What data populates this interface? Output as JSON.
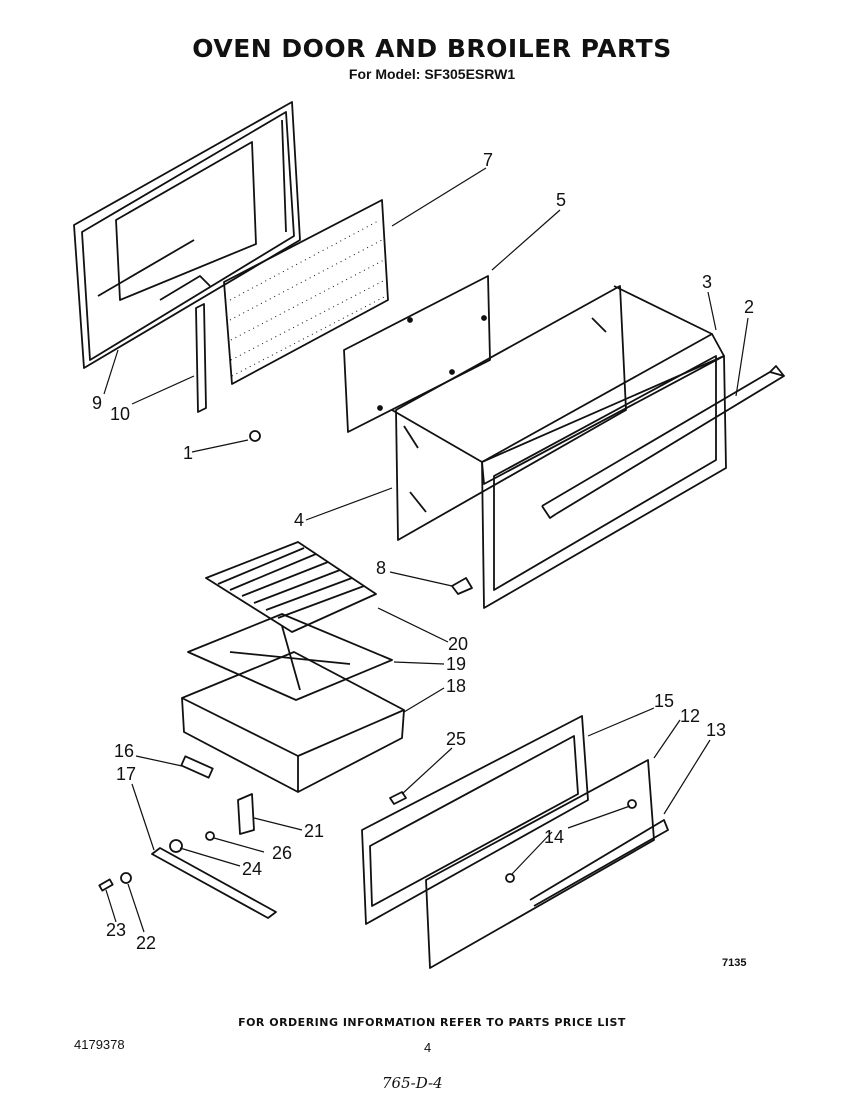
{
  "header": {
    "title": "OVEN DOOR AND BROILER PARTS",
    "model_line": "For Model: SF305ESRW1"
  },
  "callouts": [
    {
      "id": "c1",
      "label": "1"
    },
    {
      "id": "c2",
      "label": "2"
    },
    {
      "id": "c3",
      "label": "3"
    },
    {
      "id": "c4",
      "label": "4"
    },
    {
      "id": "c5",
      "label": "5"
    },
    {
      "id": "c7",
      "label": "7"
    },
    {
      "id": "c8",
      "label": "8"
    },
    {
      "id": "c9",
      "label": "9"
    },
    {
      "id": "c10",
      "label": "10"
    },
    {
      "id": "c12",
      "label": "12"
    },
    {
      "id": "c13",
      "label": "13"
    },
    {
      "id": "c14",
      "label": "14"
    },
    {
      "id": "c15",
      "label": "15"
    },
    {
      "id": "c16",
      "label": "16"
    },
    {
      "id": "c17",
      "label": "17"
    },
    {
      "id": "c18",
      "label": "18"
    },
    {
      "id": "c19",
      "label": "19"
    },
    {
      "id": "c20",
      "label": "20"
    },
    {
      "id": "c21",
      "label": "21"
    },
    {
      "id": "c22",
      "label": "22"
    },
    {
      "id": "c23",
      "label": "23"
    },
    {
      "id": "c24",
      "label": "24"
    },
    {
      "id": "c25",
      "label": "25"
    },
    {
      "id": "c26",
      "label": "26"
    }
  ],
  "figure_number": "7135",
  "footer": {
    "ordering_note": "FOR ORDERING INFORMATION REFER TO PARTS PRICE LIST",
    "document_number": "4179378",
    "page_number": "4",
    "handwritten_note": "765-D-4"
  }
}
